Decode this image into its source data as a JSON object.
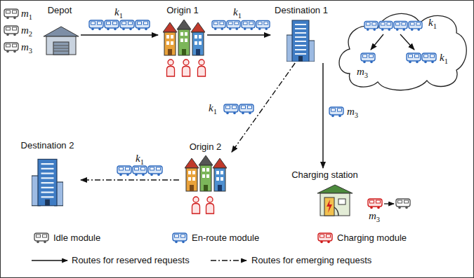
{
  "diagram": {
    "nodes": [
      {
        "text": [
          "Depot"
        ]
      },
      {
        "text": [
          "Origin 1"
        ]
      },
      {
        "text": [
          "Destination 1"
        ]
      },
      {
        "text": [
          "k1",
          "m3",
          "k1"
        ]
      },
      {
        "text": [
          "Destination 2"
        ]
      },
      {
        "text": [
          "Origin 2"
        ]
      },
      {
        "text": [
          "Charging station"
        ]
      }
    ],
    "edges": [
      {
        "from": 0,
        "to": 1,
        "arrow": "to",
        "label": "k1"
      },
      {
        "from": 1,
        "to": 2,
        "arrow": "to",
        "label": "k1"
      },
      {
        "from": 2,
        "to": 5,
        "arrow": "to",
        "label": "k1"
      },
      {
        "from": 2,
        "to": 6,
        "arrow": "to",
        "label": "m3"
      },
      {
        "from": 5,
        "to": 4,
        "arrow": "to",
        "label": "k1"
      }
    ],
    "labels": [
      "m1",
      "m2",
      "m3",
      "m3"
    ],
    "legend": [
      {
        "text": "Idle module"
      },
      {
        "text": "En-route module"
      },
      {
        "text": "Charging module"
      },
      {
        "text": "Routes for reserved requests"
      },
      {
        "text": "Routes for emerging requests"
      }
    ]
  }
}
